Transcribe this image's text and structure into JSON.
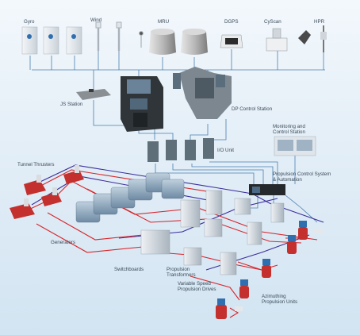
{
  "diagram": {
    "sensors": {
      "gyro": "Gyro",
      "wind": "Wind",
      "mru": "MRU",
      "dgps": "DGPS",
      "cyscan": "CyScan",
      "hpr": "HPR"
    },
    "stations": {
      "js_station": "JS Station",
      "dp_control_station": "DP Control Station",
      "io_unit": "I/O Unit",
      "monitoring": "Monitoring and Control Station",
      "propulsion_control": "Propulsion Control System & Automation"
    },
    "power": {
      "tunnel_thrusters": "Tunnel Thrusters",
      "generators": "Generators",
      "switchboards": "Switchboards",
      "propulsion_transformers": "Propulsion Transformers",
      "vsd": "Variable Speed Propulsion Drives",
      "azimuthing": "Azimuthing Propulsion Units"
    },
    "colors": {
      "signal_line": "#4a7fb0",
      "power_line": "#d8262b",
      "bus_line": "#3a2d9a",
      "equipment": "#b7c2cc",
      "thruster": "#c3302e"
    }
  }
}
